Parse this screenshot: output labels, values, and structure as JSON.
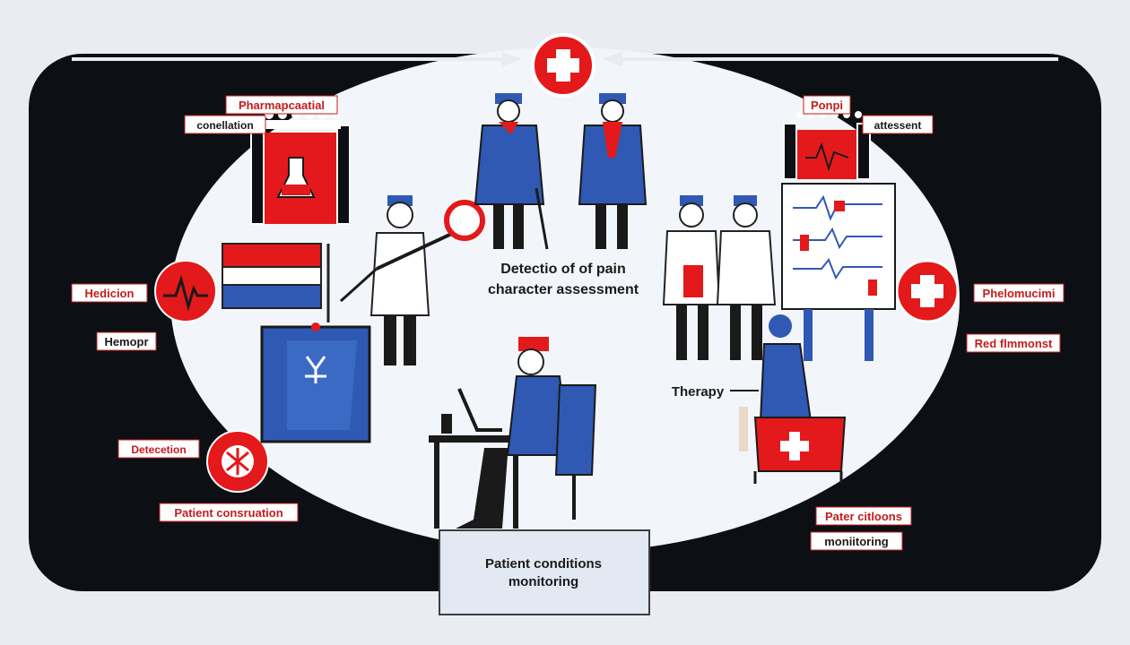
{
  "colors": {
    "background": "#e9edf2",
    "panel": "#0c0f14",
    "ellipse": "#f2f5f9",
    "red": "#e3191b",
    "blue": "#2f59b3",
    "label_border": "#c41c1c"
  },
  "icons": {
    "top": "cross-icon",
    "right": "cross-icon",
    "left_upper": "heartbeat-icon",
    "left_lower": "flower-icon"
  },
  "labels": {
    "pharma_1": "Pharmapcaatial",
    "pharma_2": "conellation",
    "hedicion": "Hedicion",
    "hemopr": "Hemopr",
    "detection": "Detecetion",
    "patient_consruation": "Patient consruation",
    "ponpi": "Ponpi",
    "attessent": "attessent",
    "phelomucimi": "Phelomucimi",
    "red_flmmonst": "Red flmmonst",
    "pater_citloons": "Pater citloons",
    "monitoring_right": "moniitoring",
    "center_1": "Detectio of of pain",
    "center_2": "character assessment",
    "therapy": "Therapy",
    "bottom_1": "Patient conditions",
    "bottom_2": "monitoring"
  }
}
